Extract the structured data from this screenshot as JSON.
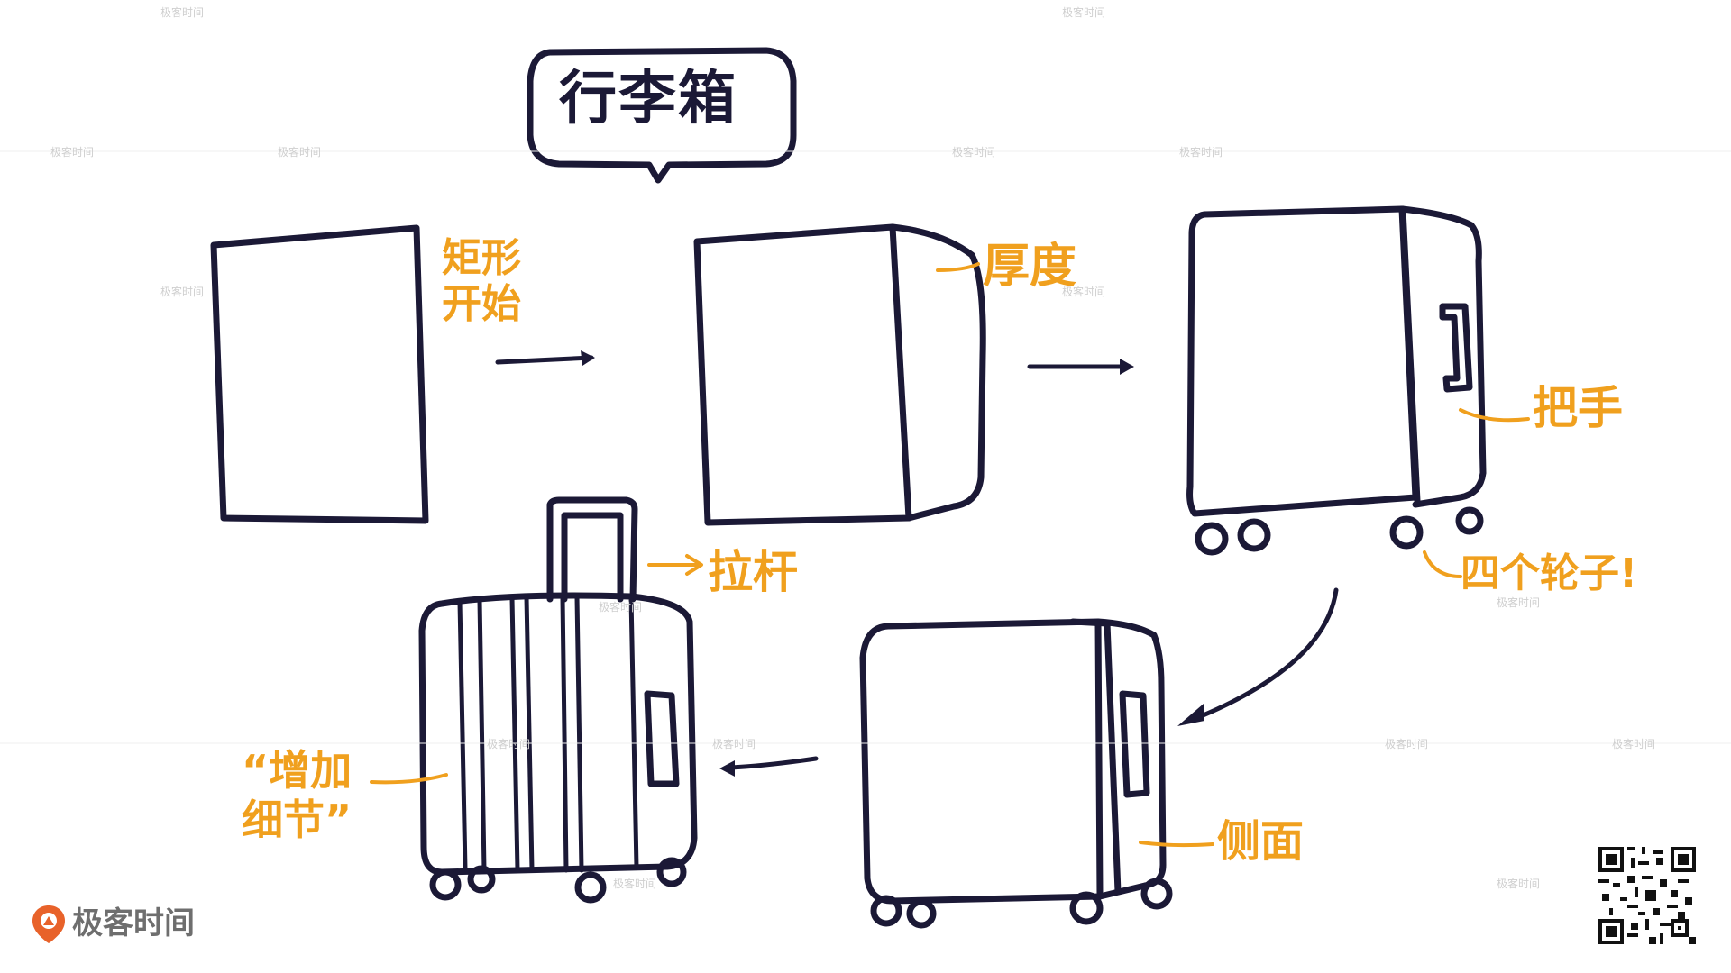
{
  "title": "行李箱",
  "labels": {
    "rectangle_start": "矩形\n开始",
    "thickness": "厚度",
    "handle": "把手",
    "four_wheels": "四个轮子!",
    "pull_rod": "拉杆",
    "side": "侧面",
    "add_details": "“增加\n细节”"
  },
  "watermark_text": "极客时间",
  "logo_text": "极客时间",
  "colors": {
    "ink": "#1b1936",
    "annotation": "#f0a01e",
    "watermark": "#cfcfcf",
    "logo_orange": "#e8622a"
  },
  "icons": [
    "speech-bubble-icon",
    "arrow-icon",
    "geek-time-logo-icon",
    "qr-code-icon"
  ]
}
